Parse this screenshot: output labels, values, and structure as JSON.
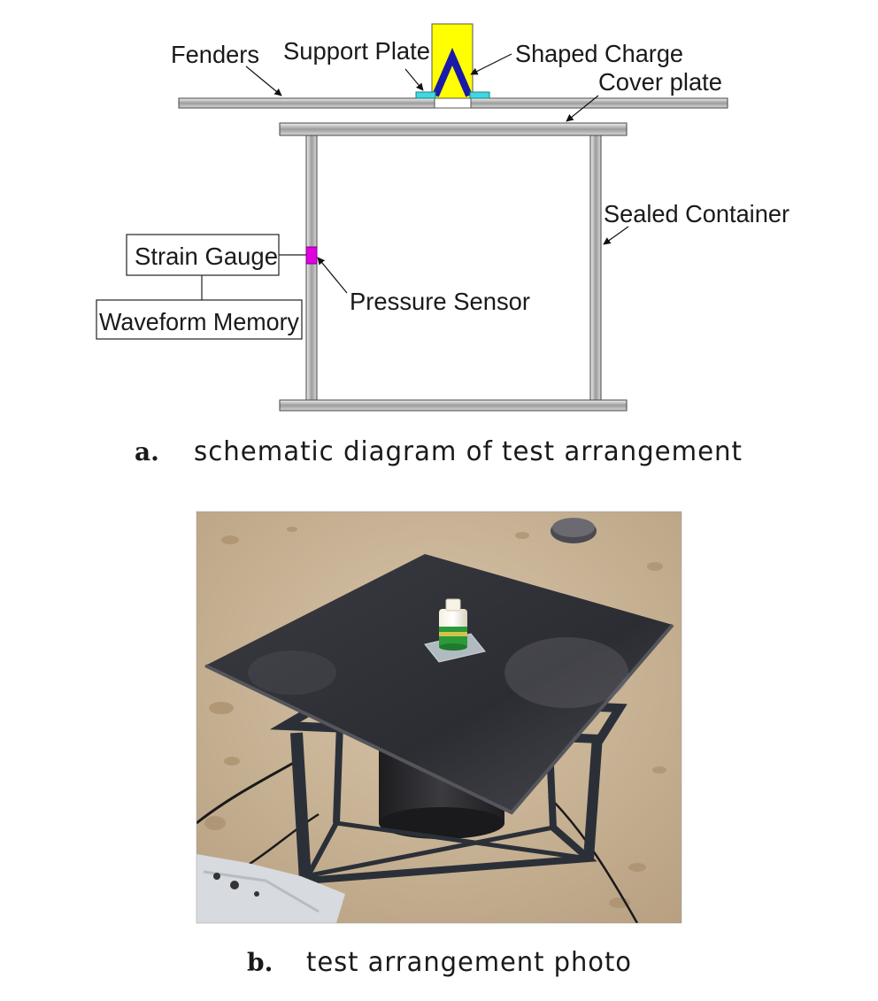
{
  "panel_a": {
    "labels": {
      "fenders": "Fenders",
      "support_plate": "Support Plate",
      "shaped_charge": "Shaped Charge",
      "cover_plate": "Cover plate",
      "sealed_container": "Sealed Container",
      "strain_gauge": "Strain Gauge",
      "waveform_memory": "Waveform Memory",
      "pressure_sensor": "Pressure Sensor"
    },
    "caption_letter": "a.",
    "caption_text": "schematic diagram of test arrangement"
  },
  "panel_b": {
    "caption_letter": "b.",
    "caption_text": "test arrangement photo"
  },
  "colors": {
    "shaped_charge_fill": "#ffff00",
    "shaped_charge_cone": "#1a1aa8",
    "support_plate": "#3fd8e0",
    "pressure_sensor": "#e000e0",
    "steel": "#b8b8b8",
    "sky_sand": "#c9b59a",
    "plate_dark": "#2f3036"
  }
}
